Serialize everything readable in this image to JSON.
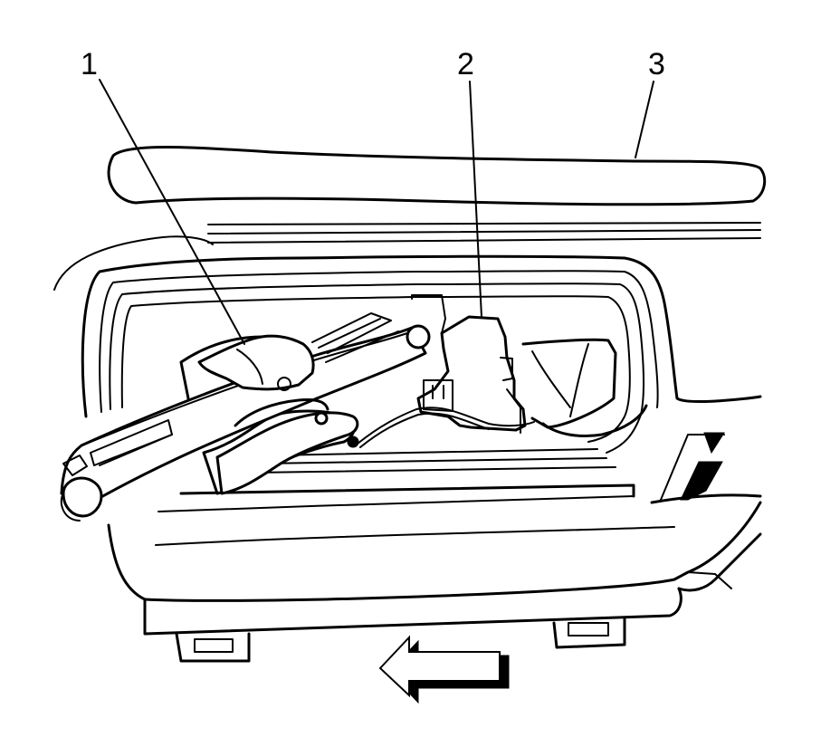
{
  "callouts": [
    {
      "id": "1",
      "label": "1"
    },
    {
      "id": "2",
      "label": "2"
    },
    {
      "id": "3",
      "label": "3"
    }
  ],
  "colors": {
    "line": "#000000",
    "background": "#ffffff"
  },
  "icons": {
    "direction_arrow": "arrow-left-icon"
  }
}
